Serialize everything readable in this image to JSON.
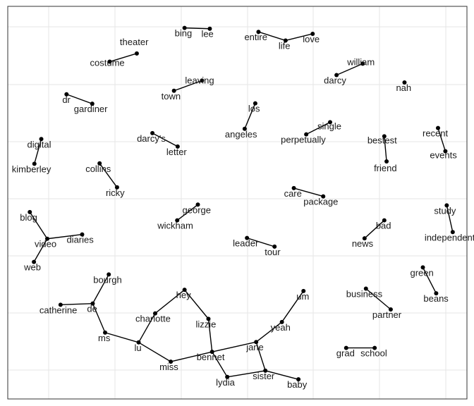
{
  "chart_data": {
    "type": "network",
    "title": "",
    "xlabel": "",
    "ylabel": "",
    "xlim": [
      0,
      100
    ],
    "ylim": [
      0,
      100
    ],
    "grid": true,
    "nodes": [
      {
        "id": "bing",
        "x": 38.5,
        "y": 94.5
      },
      {
        "id": "lee",
        "x": 44.0,
        "y": 94.3
      },
      {
        "id": "entire",
        "x": 54.6,
        "y": 93.5
      },
      {
        "id": "life",
        "x": 60.5,
        "y": 91.3
      },
      {
        "id": "love",
        "x": 66.4,
        "y": 93.0
      },
      {
        "id": "theater",
        "x": 28.1,
        "y": 88.0
      },
      {
        "id": "costume",
        "x": 22.2,
        "y": 85.9
      },
      {
        "id": "william",
        "x": 77.3,
        "y": 85.4
      },
      {
        "id": "darcy",
        "x": 71.6,
        "y": 82.5
      },
      {
        "id": "leaving",
        "x": 42.3,
        "y": 81.1
      },
      {
        "id": "town",
        "x": 36.2,
        "y": 78.5
      },
      {
        "id": "nah",
        "x": 86.4,
        "y": 80.6
      },
      {
        "id": "dr",
        "x": 12.8,
        "y": 77.6
      },
      {
        "id": "gardiner",
        "x": 18.4,
        "y": 75.2
      },
      {
        "id": "los",
        "x": 53.9,
        "y": 75.3
      },
      {
        "id": "angeles",
        "x": 51.6,
        "y": 68.8
      },
      {
        "id": "single",
        "x": 70.2,
        "y": 70.5
      },
      {
        "id": "perpetually",
        "x": 65.0,
        "y": 67.4
      },
      {
        "id": "darcy's",
        "x": 31.5,
        "y": 67.7
      },
      {
        "id": "letter",
        "x": 37.0,
        "y": 64.3
      },
      {
        "id": "bestest",
        "x": 82.0,
        "y": 66.9
      },
      {
        "id": "friend",
        "x": 82.5,
        "y": 60.5
      },
      {
        "id": "recent",
        "x": 93.7,
        "y": 69.0
      },
      {
        "id": "events",
        "x": 95.3,
        "y": 63.1
      },
      {
        "id": "digital",
        "x": 7.3,
        "y": 66.2
      },
      {
        "id": "kimberley",
        "x": 5.8,
        "y": 59.9
      },
      {
        "id": "collins",
        "x": 20.0,
        "y": 60.0
      },
      {
        "id": "ricky",
        "x": 23.8,
        "y": 53.9
      },
      {
        "id": "care",
        "x": 62.3,
        "y": 53.7
      },
      {
        "id": "package",
        "x": 68.7,
        "y": 51.6
      },
      {
        "id": "george",
        "x": 41.4,
        "y": 49.5
      },
      {
        "id": "wickham",
        "x": 36.9,
        "y": 45.5
      },
      {
        "id": "study",
        "x": 95.6,
        "y": 49.3
      },
      {
        "id": "independent",
        "x": 96.9,
        "y": 42.5
      },
      {
        "id": "bad",
        "x": 82.0,
        "y": 45.5
      },
      {
        "id": "news",
        "x": 77.7,
        "y": 40.9
      },
      {
        "id": "blog",
        "x": 4.8,
        "y": 47.6
      },
      {
        "id": "diaries",
        "x": 16.2,
        "y": 41.9
      },
      {
        "id": "video",
        "x": 8.6,
        "y": 40.8
      },
      {
        "id": "web",
        "x": 5.7,
        "y": 34.9
      },
      {
        "id": "leader",
        "x": 52.1,
        "y": 41.0
      },
      {
        "id": "tour",
        "x": 58.1,
        "y": 38.8
      },
      {
        "id": "green",
        "x": 90.4,
        "y": 33.5
      },
      {
        "id": "beans",
        "x": 93.3,
        "y": 26.9
      },
      {
        "id": "bourgh",
        "x": 22.0,
        "y": 31.7
      },
      {
        "id": "de",
        "x": 18.5,
        "y": 24.3
      },
      {
        "id": "catherine",
        "x": 11.5,
        "y": 24.0
      },
      {
        "id": "um",
        "x": 64.4,
        "y": 27.5
      },
      {
        "id": "yeah",
        "x": 59.7,
        "y": 19.6
      },
      {
        "id": "business",
        "x": 78.0,
        "y": 28.1
      },
      {
        "id": "partner",
        "x": 83.4,
        "y": 22.8
      },
      {
        "id": "hey",
        "x": 38.5,
        "y": 27.8
      },
      {
        "id": "charlotte",
        "x": 32.1,
        "y": 21.8
      },
      {
        "id": "lizzie",
        "x": 43.7,
        "y": 20.4
      },
      {
        "id": "ms",
        "x": 21.2,
        "y": 16.9
      },
      {
        "id": "lu",
        "x": 28.5,
        "y": 14.4
      },
      {
        "id": "jane",
        "x": 54.1,
        "y": 14.5
      },
      {
        "id": "bennet",
        "x": 44.5,
        "y": 12.0
      },
      {
        "id": "miss",
        "x": 35.5,
        "y": 9.5
      },
      {
        "id": "grad",
        "x": 73.7,
        "y": 13.0
      },
      {
        "id": "school",
        "x": 79.9,
        "y": 13.0
      },
      {
        "id": "lydia",
        "x": 47.8,
        "y": 5.6
      },
      {
        "id": "sister",
        "x": 56.1,
        "y": 7.2
      },
      {
        "id": "baby",
        "x": 63.3,
        "y": 5.0
      }
    ],
    "edges": [
      [
        "bing",
        "lee"
      ],
      [
        "entire",
        "life"
      ],
      [
        "life",
        "love"
      ],
      [
        "theater",
        "costume"
      ],
      [
        "william",
        "darcy"
      ],
      [
        "leaving",
        "town"
      ],
      [
        "dr",
        "gardiner"
      ],
      [
        "los",
        "angeles"
      ],
      [
        "single",
        "perpetually"
      ],
      [
        "darcy's",
        "letter"
      ],
      [
        "bestest",
        "friend"
      ],
      [
        "recent",
        "events"
      ],
      [
        "digital",
        "kimberley"
      ],
      [
        "collins",
        "ricky"
      ],
      [
        "care",
        "package"
      ],
      [
        "george",
        "wickham"
      ],
      [
        "study",
        "independent"
      ],
      [
        "bad",
        "news"
      ],
      [
        "blog",
        "video"
      ],
      [
        "video",
        "diaries"
      ],
      [
        "video",
        "web"
      ],
      [
        "leader",
        "tour"
      ],
      [
        "green",
        "beans"
      ],
      [
        "bourgh",
        "de"
      ],
      [
        "de",
        "catherine"
      ],
      [
        "de",
        "ms"
      ],
      [
        "ms",
        "lu"
      ],
      [
        "lu",
        "charlotte"
      ],
      [
        "charlotte",
        "hey"
      ],
      [
        "hey",
        "lizzie"
      ],
      [
        "lizzie",
        "bennet"
      ],
      [
        "lu",
        "miss"
      ],
      [
        "miss",
        "bennet"
      ],
      [
        "bennet",
        "jane"
      ],
      [
        "bennet",
        "lydia"
      ],
      [
        "lydia",
        "sister"
      ],
      [
        "sister",
        "jane"
      ],
      [
        "sister",
        "baby"
      ],
      [
        "jane",
        "yeah"
      ],
      [
        "yeah",
        "um"
      ],
      [
        "business",
        "partner"
      ],
      [
        "grad",
        "school"
      ]
    ],
    "labels": {
      "bing": "bing",
      "lee": "lee",
      "entire": "entire",
      "life": "life",
      "love": "love",
      "theater": "theater",
      "costume": "costume",
      "william": "william",
      "darcy": "darcy",
      "leaving": "leaving",
      "town": "town",
      "nah": "nah",
      "dr": "dr",
      "gardiner": "gardiner",
      "los": "los",
      "angeles": "angeles",
      "single": "single",
      "perpetually": "perpetually",
      "darcy's": "darcy's",
      "letter": "letter",
      "bestest": "bestest",
      "friend": "friend",
      "recent": "recent",
      "events": "events",
      "digital": "digital",
      "kimberley": "kimberley",
      "collins": "collins",
      "ricky": "ricky",
      "care": "care",
      "package": "package",
      "george": "george",
      "wickham": "wickham",
      "study": "study",
      "independent": "independent",
      "bad": "bad",
      "news": "news",
      "blog": "blog",
      "diaries": "diaries",
      "video": "video",
      "web": "web",
      "leader": "leader",
      "tour": "tour",
      "green": "green",
      "beans": "beans",
      "bourgh": "bourgh",
      "de": "de",
      "catherine": "catherine",
      "um": "um",
      "yeah": "yeah",
      "business": "business",
      "partner": "partner",
      "hey": "hey",
      "charlotte": "charlotte",
      "lizzie": "lizzie",
      "ms": "ms",
      "lu": "lu",
      "jane": "jane",
      "bennet": "bennet",
      "miss": "miss",
      "grad": "grad",
      "school": "school",
      "lydia": "lydia",
      "sister": "sister",
      "baby": "baby"
    },
    "colors": {
      "edge": "#000000",
      "node": "#000000",
      "grid": "#e6e6e6",
      "text": "#1a1a1a"
    }
  }
}
